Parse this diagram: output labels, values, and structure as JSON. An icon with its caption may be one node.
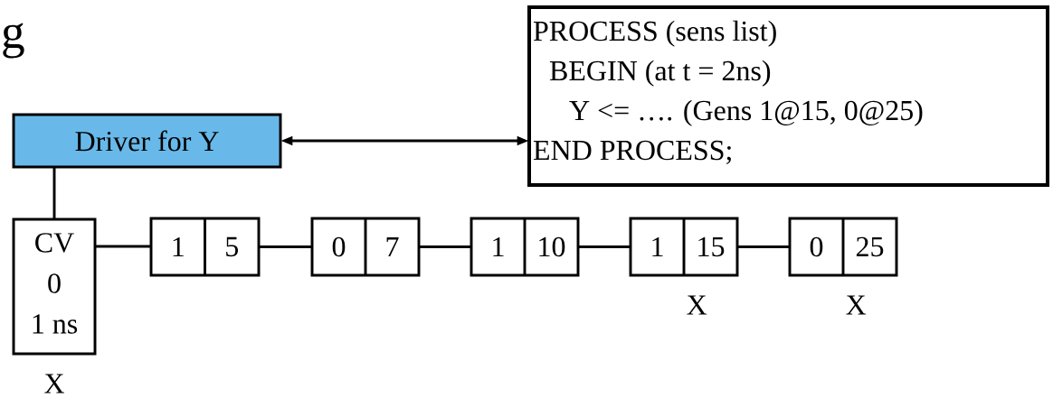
{
  "diagram": {
    "nodes": [
      {
        "text": [
          "Driver for Y"
        ]
      },
      {
        "text": [
          "PROCESS (sens list)",
          "BEGIN (at t = 2ns)",
          "Y <= …. (Gens 1@15, 0@25)",
          "END PROCESS;"
        ]
      },
      {
        "text": [
          "CV",
          "0",
          "1 ns"
        ],
        "beside": [
          "X"
        ]
      },
      {
        "text": [
          "1",
          "5"
        ]
      },
      {
        "text": [
          "0",
          "7"
        ]
      },
      {
        "text": [
          "1",
          "10"
        ]
      },
      {
        "text": [
          "1",
          "15"
        ],
        "beside": [
          "X"
        ]
      },
      {
        "text": [
          "0",
          "25"
        ],
        "beside": [
          "X"
        ]
      }
    ],
    "edges": [
      {
        "from": 0,
        "to": 1,
        "arrow": "both"
      },
      {
        "from": 0,
        "to": 2,
        "arrow": "none"
      },
      {
        "from": 2,
        "to": 3,
        "arrow": "none"
      },
      {
        "from": 3,
        "to": 4,
        "arrow": "none"
      },
      {
        "from": 4,
        "to": 5,
        "arrow": "none"
      },
      {
        "from": 5,
        "to": 6,
        "arrow": "none"
      },
      {
        "from": 6,
        "to": 7,
        "arrow": "none"
      }
    ],
    "labels": [
      "g"
    ]
  }
}
